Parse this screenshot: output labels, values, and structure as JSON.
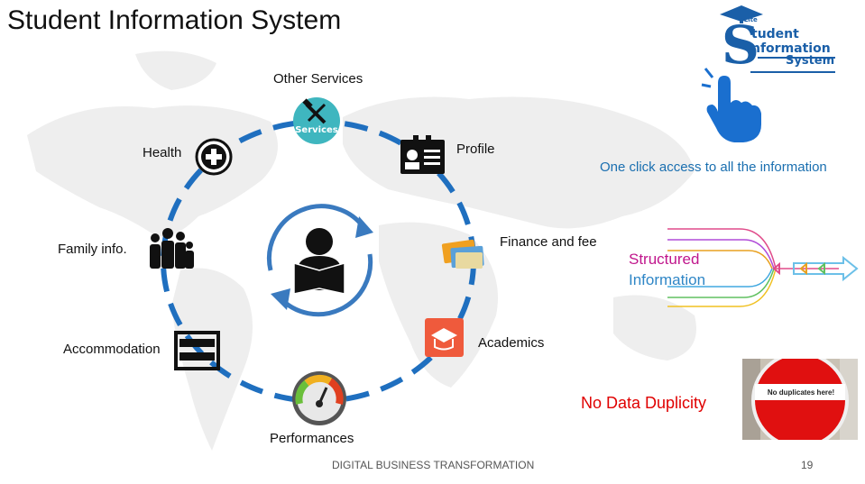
{
  "slide": {
    "title": "Student Information System",
    "footer_center": "DIGITAL BUSINESS TRANSFORMATION",
    "page_number": "19"
  },
  "cycle": {
    "items": [
      {
        "label": "Other Services",
        "icon": "services-icon",
        "badge": "Services"
      },
      {
        "label": "Profile",
        "icon": "id-card-icon"
      },
      {
        "label": "Finance and fee",
        "icon": "credit-cards-icon"
      },
      {
        "label": "Academics",
        "icon": "graduation-cap-icon"
      },
      {
        "label": "Performances",
        "icon": "speedometer-icon"
      },
      {
        "label": "Accommodation",
        "icon": "bed-icon"
      },
      {
        "label": "Family info.",
        "icon": "family-icon"
      },
      {
        "label": "Health",
        "icon": "medical-plus-icon"
      }
    ],
    "center_icon": "student-reading-icon"
  },
  "logo": {
    "line1": "tudent",
    "line2": "nformation",
    "line3": "System",
    "cap_text": "eLite"
  },
  "features": {
    "one_click": "One click access to all the  information",
    "structured_line1": "Structured",
    "structured_line2": "Information",
    "no_dup": "No Data Duplicity",
    "sign_text": "No duplicates here!"
  },
  "colors": {
    "accent_blue": "#1a6fb0",
    "structured_pink": "#c0168c",
    "structured_blue": "#2f86c6",
    "no_dup_red": "#e00000"
  }
}
